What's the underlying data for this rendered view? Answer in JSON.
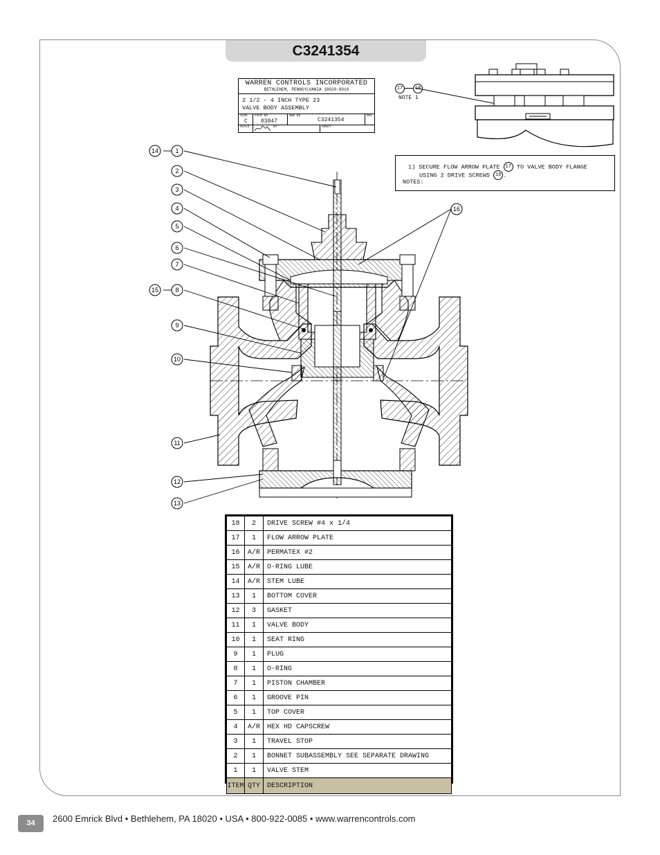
{
  "page": {
    "title": "C3241354",
    "page_number": "34",
    "footer_text": "2600 Emrick Blvd • Bethlehem, PA 18020 • USA • 800-922-0085 • www.warrencontrols.com"
  },
  "title_block": {
    "company": "WARREN CONTROLS INCORPORATED",
    "address": "BETHLEHEM, PENNSYLVANIA 18020-8010",
    "title_line1": "2 1/2 - 4 INCH TYPE 23",
    "title_line2": "VALVE BODY ASSEMBLY",
    "size_label": "SIZE",
    "size_value": "C",
    "fscm_label": "FSCM NO",
    "fscm_value": "03847",
    "dwg_label": "DWG NO",
    "dwg_value": "C3241354",
    "rev_label": "REV",
    "scale_label": "SCALE",
    "wt_label": "WT",
    "sheet_label": "SHEET"
  },
  "note_callout": {
    "label": "NOTE 1",
    "balloons": [
      "17",
      "18"
    ]
  },
  "notes": {
    "line1_a": "1) SECURE FLOW ARROW PLATE",
    "line1_balloon": "17",
    "line1_b": "TO VALVE BODY FLANGE",
    "line2_a": "USING 2 DRIVE SCREWS",
    "line2_balloon": "18",
    "line2_b": ".",
    "heading": "NOTES:"
  },
  "drawing": {
    "balloons": [
      "14",
      "1",
      "2",
      "3",
      "4",
      "5",
      "6",
      "7",
      "15",
      "8",
      "9",
      "10",
      "11",
      "12",
      "13",
      "16"
    ]
  },
  "bom": {
    "header": {
      "item": "ITEM",
      "qty": "QTY",
      "desc": "DESCRIPTION"
    },
    "rows": [
      {
        "item": "18",
        "qty": "2",
        "desc": "DRIVE SCREW #4 x 1/4"
      },
      {
        "item": "17",
        "qty": "1",
        "desc": "FLOW ARROW PLATE"
      },
      {
        "item": "16",
        "qty": "A/R",
        "desc": "PERMATEX #2"
      },
      {
        "item": "15",
        "qty": "A/R",
        "desc": "O-RING LUBE"
      },
      {
        "item": "14",
        "qty": "A/R",
        "desc": "STEM LUBE"
      },
      {
        "item": "13",
        "qty": "1",
        "desc": "BOTTOM COVER"
      },
      {
        "item": "12",
        "qty": "3",
        "desc": "GASKET"
      },
      {
        "item": "11",
        "qty": "1",
        "desc": "VALVE BODY"
      },
      {
        "item": "10",
        "qty": "1",
        "desc": "SEAT RING"
      },
      {
        "item": "9",
        "qty": "1",
        "desc": "PLUG"
      },
      {
        "item": "8",
        "qty": "1",
        "desc": "O-RING"
      },
      {
        "item": "7",
        "qty": "1",
        "desc": "PISTON CHAMBER"
      },
      {
        "item": "6",
        "qty": "1",
        "desc": "GROOVE PIN"
      },
      {
        "item": "5",
        "qty": "1",
        "desc": "TOP COVER"
      },
      {
        "item": "4",
        "qty": "A/R",
        "desc": "HEX HD CAPSCREW"
      },
      {
        "item": "3",
        "qty": "1",
        "desc": "TRAVEL STOP"
      },
      {
        "item": "2",
        "qty": "1",
        "desc": "BONNET SUBASSEMBLY   SEE SEPARATE DRAWING"
      },
      {
        "item": "1",
        "qty": "1",
        "desc": "VALVE STEM"
      }
    ]
  }
}
